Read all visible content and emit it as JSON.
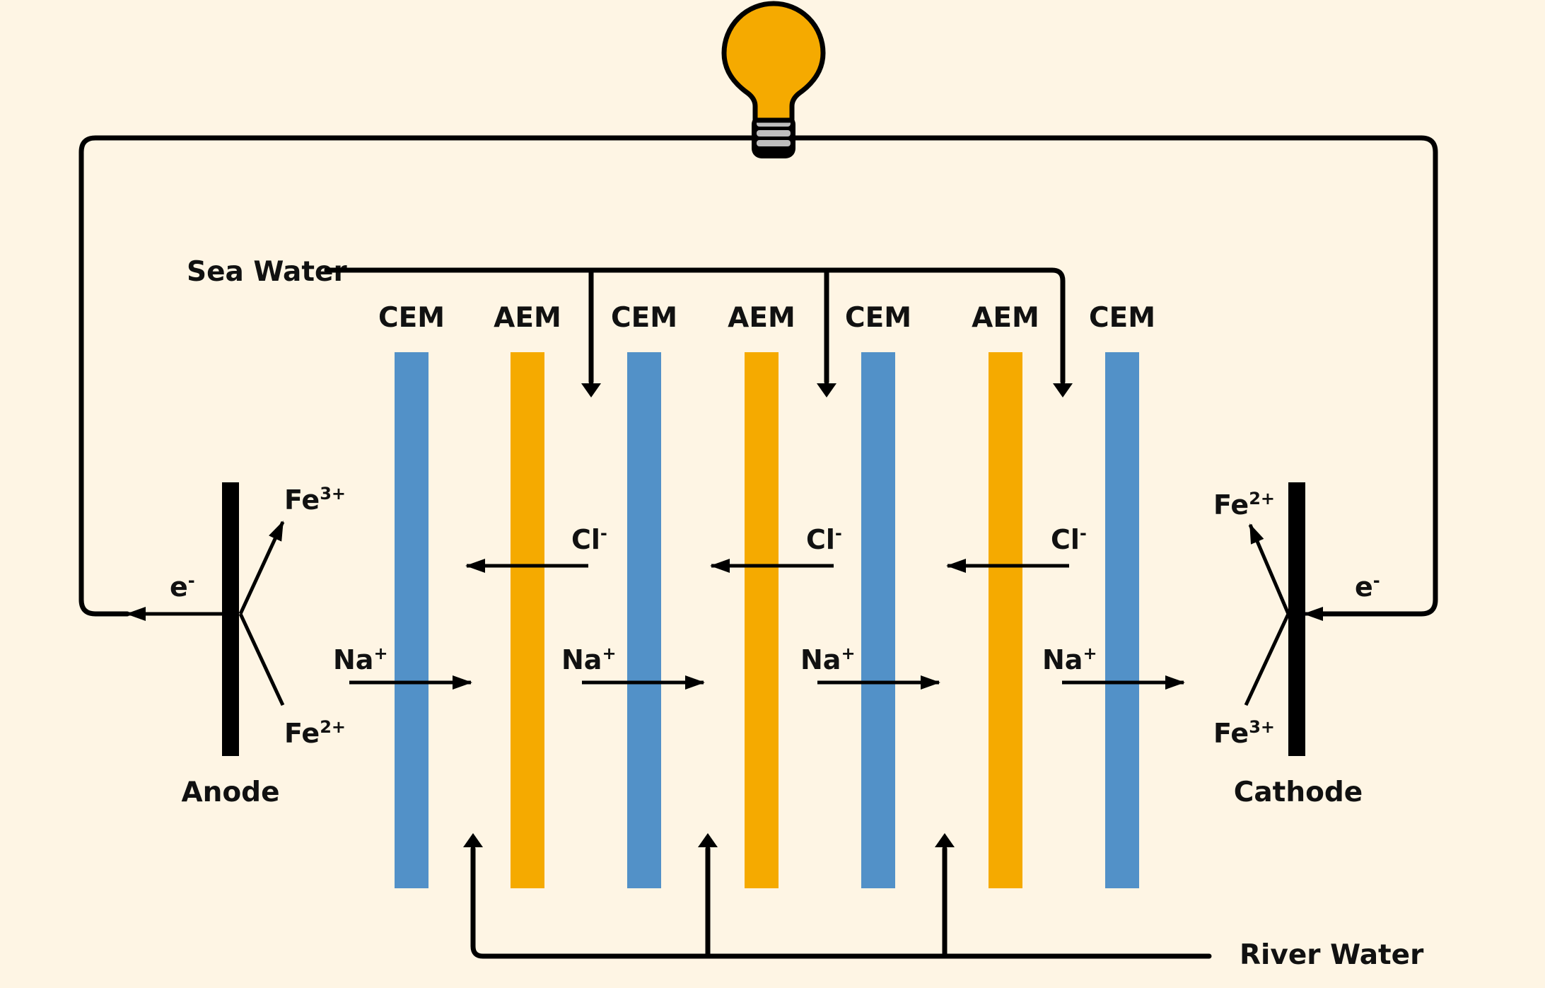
{
  "colors": {
    "background": "#fef5e4",
    "cem": "#5291c8",
    "aem": "#f5aa00",
    "bulb": "#f5aa00",
    "socket": "#bdbdbd",
    "wire": "#000000"
  },
  "inlets": {
    "sea_water": "Sea Water",
    "river_water": "River Water"
  },
  "membranes": [
    {
      "type": "cem",
      "label": "CEM"
    },
    {
      "type": "aem",
      "label": "AEM"
    },
    {
      "type": "cem",
      "label": "CEM"
    },
    {
      "type": "aem",
      "label": "AEM"
    },
    {
      "type": "cem",
      "label": "CEM"
    },
    {
      "type": "aem",
      "label": "AEM"
    },
    {
      "type": "cem",
      "label": "CEM"
    }
  ],
  "ions": {
    "chloride": {
      "base": "Cl",
      "charge": "-"
    },
    "sodium": {
      "base": "Na",
      "charge": "+"
    },
    "electron": {
      "base": "e",
      "charge": "-"
    }
  },
  "anode": {
    "label": "Anode",
    "product": {
      "base": "Fe",
      "charge": "3+"
    },
    "reactant": {
      "base": "Fe",
      "charge": "2+"
    }
  },
  "cathode": {
    "label": "Cathode",
    "product": {
      "base": "Fe",
      "charge": "2+"
    },
    "reactant": {
      "base": "Fe",
      "charge": "3+"
    }
  },
  "icons": {
    "load": "light-bulb-icon"
  }
}
